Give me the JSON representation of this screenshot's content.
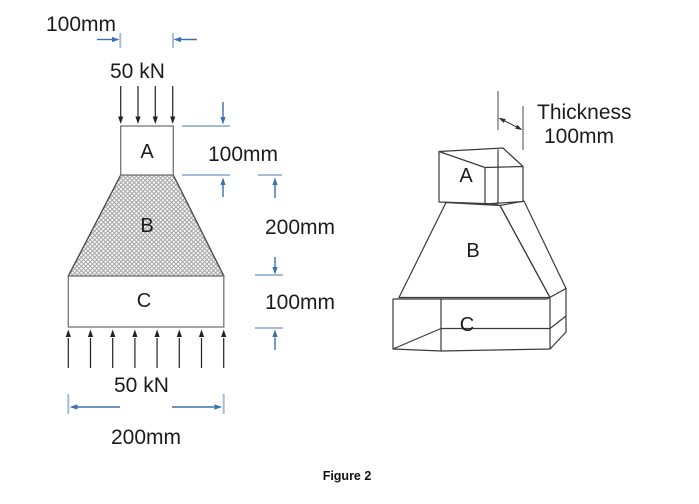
{
  "caption": "Figure 2",
  "colors": {
    "dimension_blue": "#3b70a8",
    "extension_blue": "#6b93c2",
    "outline_dark": "#3a3a3a",
    "outline_gray": "#767676",
    "hatch_gray": "#a3a3a3",
    "text": "#1c1c1c"
  },
  "front_view": {
    "top_width": "100mm",
    "top_load": "50 kN",
    "bottom_load": "50 kN",
    "bottom_width": "200mm",
    "height_a": "100mm",
    "height_b": "200mm",
    "height_c": "100mm",
    "labels": {
      "a": "A",
      "b": "B",
      "c": "C"
    }
  },
  "iso_view": {
    "thickness_title": "Thickness",
    "thickness_value": "100mm",
    "labels": {
      "a": "A",
      "b": "B",
      "c": "C"
    }
  }
}
